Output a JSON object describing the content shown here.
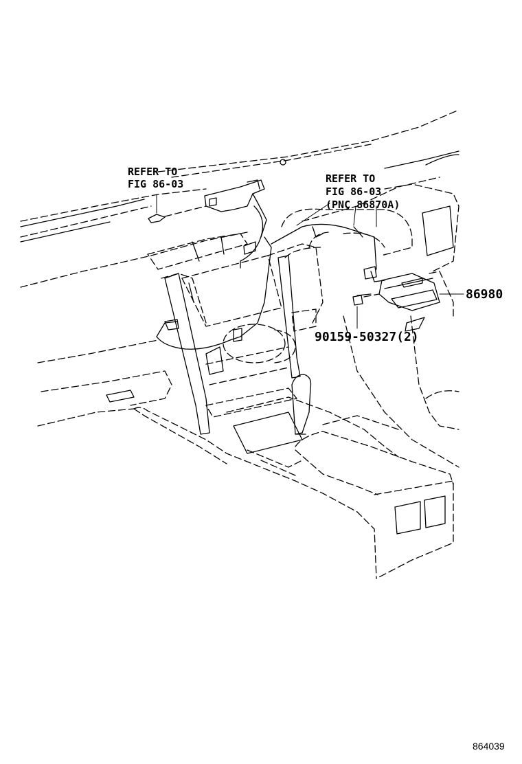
{
  "figure_id": "864039",
  "labels": {
    "refer_left_line1": "REFER TO",
    "refer_left_line2": "FIG 86-03",
    "refer_right_line1": "REFER TO",
    "refer_right_line2": "FIG 86-03",
    "refer_right_line3": "(PNC 86870A)",
    "part_module": "86980",
    "part_screw": "90159-50327(2)"
  },
  "colors": {
    "ink": "#000000",
    "paper": "#ffffff"
  }
}
